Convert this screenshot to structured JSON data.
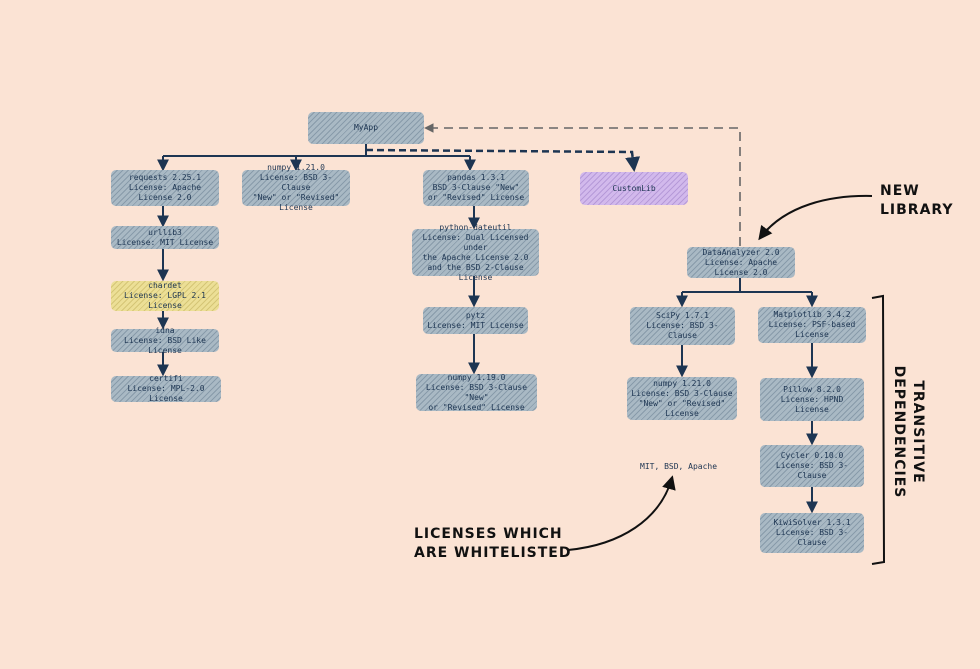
{
  "nodes": {
    "myapp": "MyApp",
    "requests": "requests 2.25.1\nLicense: Apache License 2.0",
    "numpy_top": "numpy 1.21.0\nLicense: BSD 3-Clause\n\"New\" or \"Revised\" License",
    "pandas": "pandas 1.3.1\nBSD 3-Clause \"New\"\nor \"Revised\" License",
    "customlib": "CustomLib",
    "urllib3": "urllib3\nLicense: MIT License",
    "chardet": "chardet\nLicense: LGPL 2.1 License",
    "idna": "idna\nLicense: BSD Like License",
    "certifi": "certifi\nLicense: MPL-2.0 License",
    "dateutil": "python-dateutil\nLicense: Dual Licensed under\nthe Apache License 2.0\nand the BSD 2-Clause License",
    "pytz": "pytz\nLicense: MIT License",
    "numpy_pandas": "numpy 1.19.0\nLicense: BSD 3-Clause \"New\"\nor \"Revised\" License",
    "dataanalyzer": "DataAnalyzer 2.0\nLicense: Apache License 2.0",
    "scipy": "SciPy 1.7.1\nLicense: BSD 3-Clause",
    "matplotlib": "Matplotlib 3.4.2\nLicense: PSF-based License",
    "numpy_scipy": "numpy 1.21.0\nLicense: BSD 3-Clause\n\"New\" or \"Revised\" License",
    "pillow": "Pillow 8.2.0\nLicense: HPND License",
    "cycler": "Cycler 0.10.0\nLicense: BSD 3-Clause",
    "kiwisolver": "KiwiSolver 1.3.1\nLicense: BSD 3-Clause"
  },
  "annotations": {
    "new_library": "NEW\nLIBRARY",
    "whitelisted": "LICENSES WHICH\nARE WHITELISTED",
    "whitelist_values": "MIT, BSD, Apache",
    "transitive": "TRANSITIVE\nDEPENDENCIES"
  },
  "colors": {
    "background": "#fbe3d4",
    "node": "#a9b9c4",
    "highlight_yellow": "#ecdf96",
    "highlight_purple": "#d2b9ec",
    "line": "#1d3552",
    "dashed": "#6b6b6b"
  }
}
